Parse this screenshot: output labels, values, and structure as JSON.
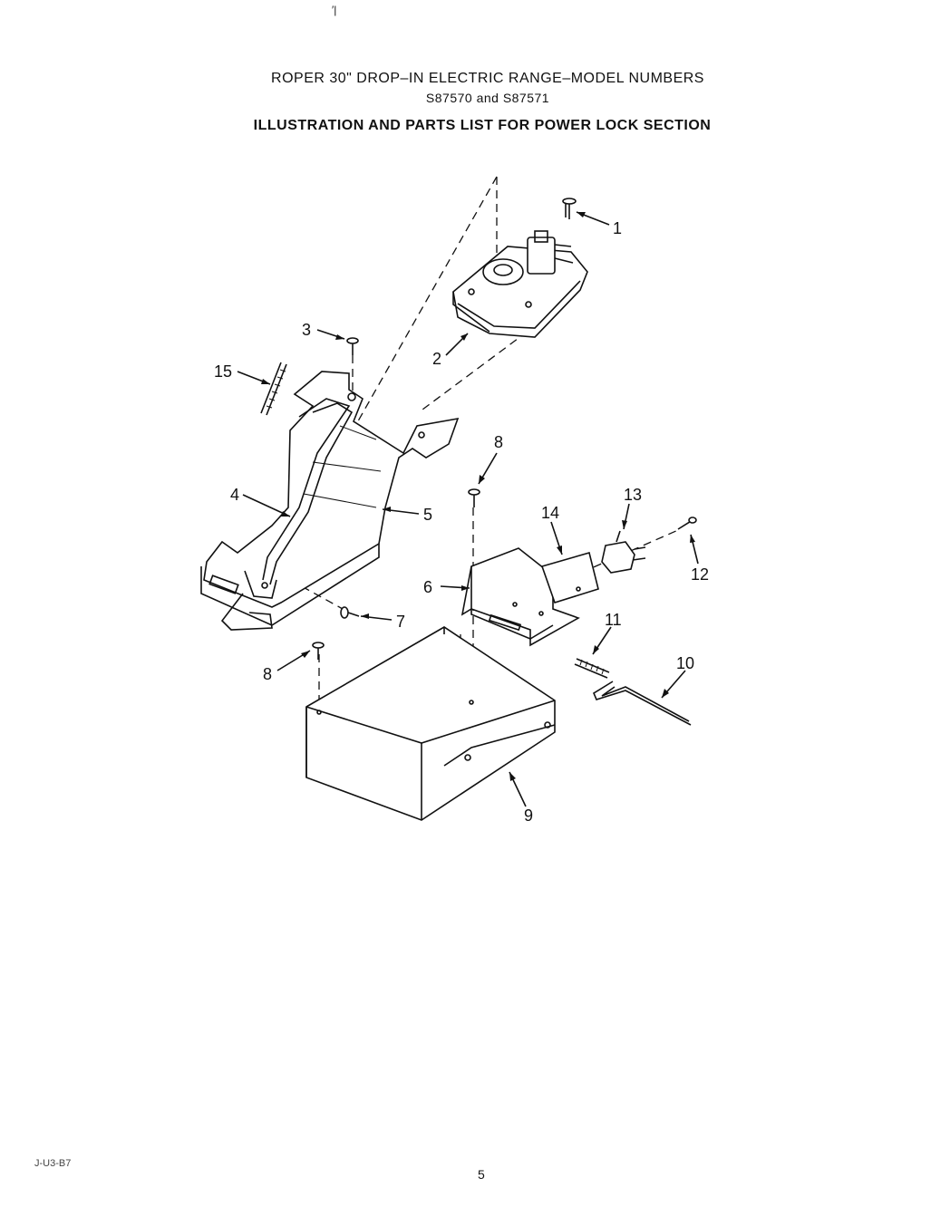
{
  "header": {
    "title": "ROPER  30\" DROP–IN ELECTRIC RANGE–MODEL NUMBERS",
    "models": "S87570 and S87571",
    "subtitle": "ILLUSTRATION AND PARTS LIST FOR POWER LOCK SECTION"
  },
  "top_mark": "′|",
  "page_number": "5",
  "footer_fragment": "J-U3-B7",
  "callouts": [
    "1",
    "2",
    "3",
    "4",
    "5",
    "6",
    "7",
    "8",
    "8",
    "9",
    "10",
    "11",
    "12",
    "13",
    "14",
    "15"
  ]
}
